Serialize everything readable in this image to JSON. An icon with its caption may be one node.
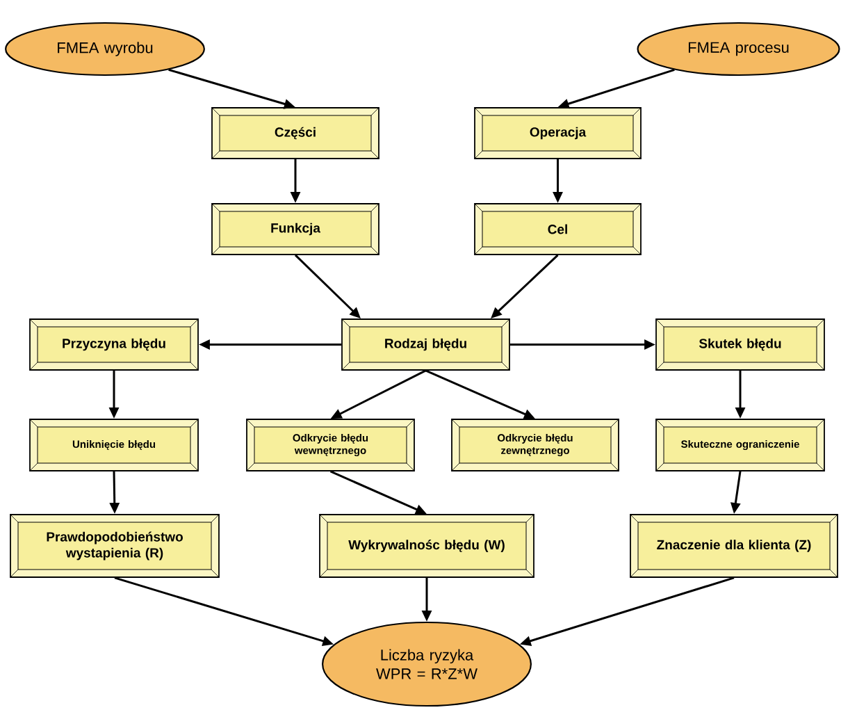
{
  "diagram": {
    "nodes": [
      {
        "text": [
          "FMEA wyrobu"
        ]
      },
      {
        "text": [
          "FMEA procesu"
        ]
      },
      {
        "text": [
          "Części"
        ]
      },
      {
        "text": [
          "Operacja"
        ]
      },
      {
        "text": [
          "Funkcja"
        ]
      },
      {
        "text": [
          "Cel"
        ]
      },
      {
        "text": [
          "Przyczyna błędu"
        ]
      },
      {
        "text": [
          "Rodzaj błędu"
        ]
      },
      {
        "text": [
          "Skutek błędu"
        ]
      },
      {
        "text": [
          "Uniknięcie błędu"
        ]
      },
      {
        "text": [
          "Odkrycie błędu wewnętrznego"
        ]
      },
      {
        "text": [
          "Odkrycie błędu zewnętrznego"
        ]
      },
      {
        "text": [
          "Skuteczne ograniczenie"
        ]
      },
      {
        "text": [
          "Prawdopodobieństwo wystapienia (R)"
        ]
      },
      {
        "text": [
          "Wykrywalnośc błędu (W)"
        ]
      },
      {
        "text": [
          "Znaczenie dla klienta (Z)"
        ]
      },
      {
        "text": [
          "Liczba ryzyka WPR = R*Z*W"
        ]
      }
    ],
    "edges": [
      {
        "from": 0,
        "to": 2,
        "arrow": "to"
      },
      {
        "from": 1,
        "to": 3,
        "arrow": "to"
      },
      {
        "from": 2,
        "to": 4,
        "arrow": "to"
      },
      {
        "from": 3,
        "to": 5,
        "arrow": "to"
      },
      {
        "from": 4,
        "to": 7,
        "arrow": "to"
      },
      {
        "from": 5,
        "to": 7,
        "arrow": "to"
      },
      {
        "from": 7,
        "to": 6,
        "arrow": "to"
      },
      {
        "from": 7,
        "to": 8,
        "arrow": "to"
      },
      {
        "from": 6,
        "to": 9,
        "arrow": "to"
      },
      {
        "from": 7,
        "to": 10,
        "arrow": "to"
      },
      {
        "from": 7,
        "to": 11,
        "arrow": "to"
      },
      {
        "from": 8,
        "to": 12,
        "arrow": "to"
      },
      {
        "from": 9,
        "to": 13,
        "arrow": "to"
      },
      {
        "from": 10,
        "to": 14,
        "arrow": "to"
      },
      {
        "from": 12,
        "to": 15,
        "arrow": "to"
      },
      {
        "from": 13,
        "to": 16,
        "arrow": "to"
      },
      {
        "from": 14,
        "to": 16,
        "arrow": "to"
      },
      {
        "from": 15,
        "to": 16,
        "arrow": "to"
      }
    ]
  }
}
